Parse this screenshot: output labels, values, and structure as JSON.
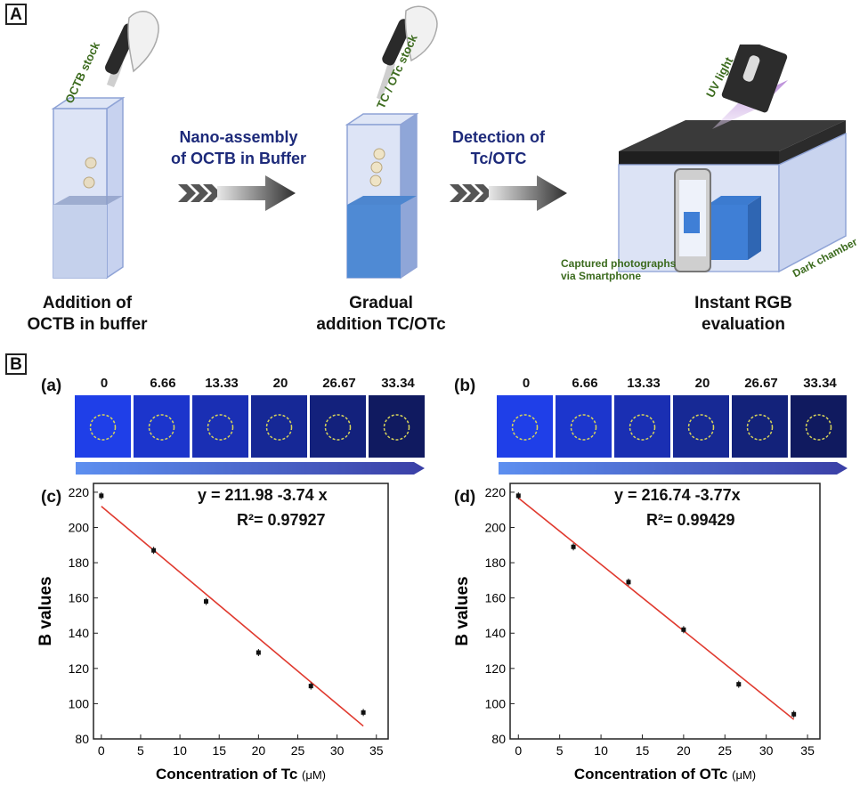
{
  "panelA": {
    "label": "A",
    "step1": {
      "stock_label": "OCTB stock",
      "caption_line1": "Addition of",
      "caption_line2": "OCTB in buffer"
    },
    "arrow1": {
      "line1": "Nano-assembly",
      "line2": "of OCTB in Buffer"
    },
    "step2": {
      "stock_label": "TC / OTc stock",
      "caption_line1": "Gradual",
      "caption_line2": "addition TC/OTc"
    },
    "arrow2": {
      "line1": "Detection of",
      "line2": "Tc/OTC"
    },
    "step3": {
      "uv_label": "UV light",
      "phone_line1": "Captured photographs",
      "phone_line2": "via Smartphone",
      "chamber_label": "Dark chamber",
      "caption_line1": "Instant RGB",
      "caption_line2": "evaluation"
    }
  },
  "panelB": {
    "label": "B",
    "strips": [
      {
        "label": "(a)",
        "concentrations": [
          "0",
          "6.66",
          "13.33",
          "20",
          "26.67",
          "33.34"
        ],
        "colors": [
          "#1f3fe8",
          "#1c35cc",
          "#1a2fb4",
          "#162896",
          "#13217c",
          "#101a60"
        ]
      },
      {
        "label": "(b)",
        "concentrations": [
          "0",
          "6.66",
          "13.33",
          "20",
          "26.67",
          "33.34"
        ],
        "colors": [
          "#1f3fe8",
          "#1c36cd",
          "#1a2fb3",
          "#172995",
          "#13227a",
          "#101a5f"
        ]
      }
    ]
  },
  "chart_data": [
    {
      "type": "scatter",
      "panel": "(c)",
      "equation": "y = 211.98 -3.74 x",
      "r2": "R²= 0.97927",
      "xlabel": "Concentration of Tc",
      "xunit": "(μM)",
      "ylabel": "B values",
      "xlim": [
        -1,
        36.5
      ],
      "ylim": [
        80,
        225
      ],
      "xticks": [
        0,
        5,
        10,
        15,
        20,
        25,
        30,
        35
      ],
      "yticks": [
        80,
        100,
        120,
        140,
        160,
        180,
        200,
        220
      ],
      "points": [
        {
          "x": 0,
          "y": 218
        },
        {
          "x": 6.66,
          "y": 187
        },
        {
          "x": 13.33,
          "y": 158
        },
        {
          "x": 20,
          "y": 129
        },
        {
          "x": 26.67,
          "y": 110
        },
        {
          "x": 33.34,
          "y": 95
        }
      ],
      "fit": {
        "intercept": 211.98,
        "slope": -3.74,
        "x_range": [
          0,
          33.34
        ]
      },
      "point_color": "#111111",
      "fit_color": "#e03a2f",
      "grid": false
    },
    {
      "type": "scatter",
      "panel": "(d)",
      "equation": "y = 216.74 -3.77x",
      "r2": "R²= 0.99429",
      "xlabel": "Concentration of OTc",
      "xunit": "(μM)",
      "ylabel": "B values",
      "xlim": [
        -1,
        36.5
      ],
      "ylim": [
        80,
        225
      ],
      "xticks": [
        0,
        5,
        10,
        15,
        20,
        25,
        30,
        35
      ],
      "yticks": [
        80,
        100,
        120,
        140,
        160,
        180,
        200,
        220
      ],
      "points": [
        {
          "x": 0,
          "y": 218
        },
        {
          "x": 6.66,
          "y": 189
        },
        {
          "x": 13.33,
          "y": 169
        },
        {
          "x": 20,
          "y": 142
        },
        {
          "x": 26.67,
          "y": 111
        },
        {
          "x": 33.34,
          "y": 94
        }
      ],
      "fit": {
        "intercept": 216.74,
        "slope": -3.77,
        "x_range": [
          0,
          33.34
        ]
      },
      "point_color": "#111111",
      "fit_color": "#e03a2f",
      "grid": false
    }
  ]
}
